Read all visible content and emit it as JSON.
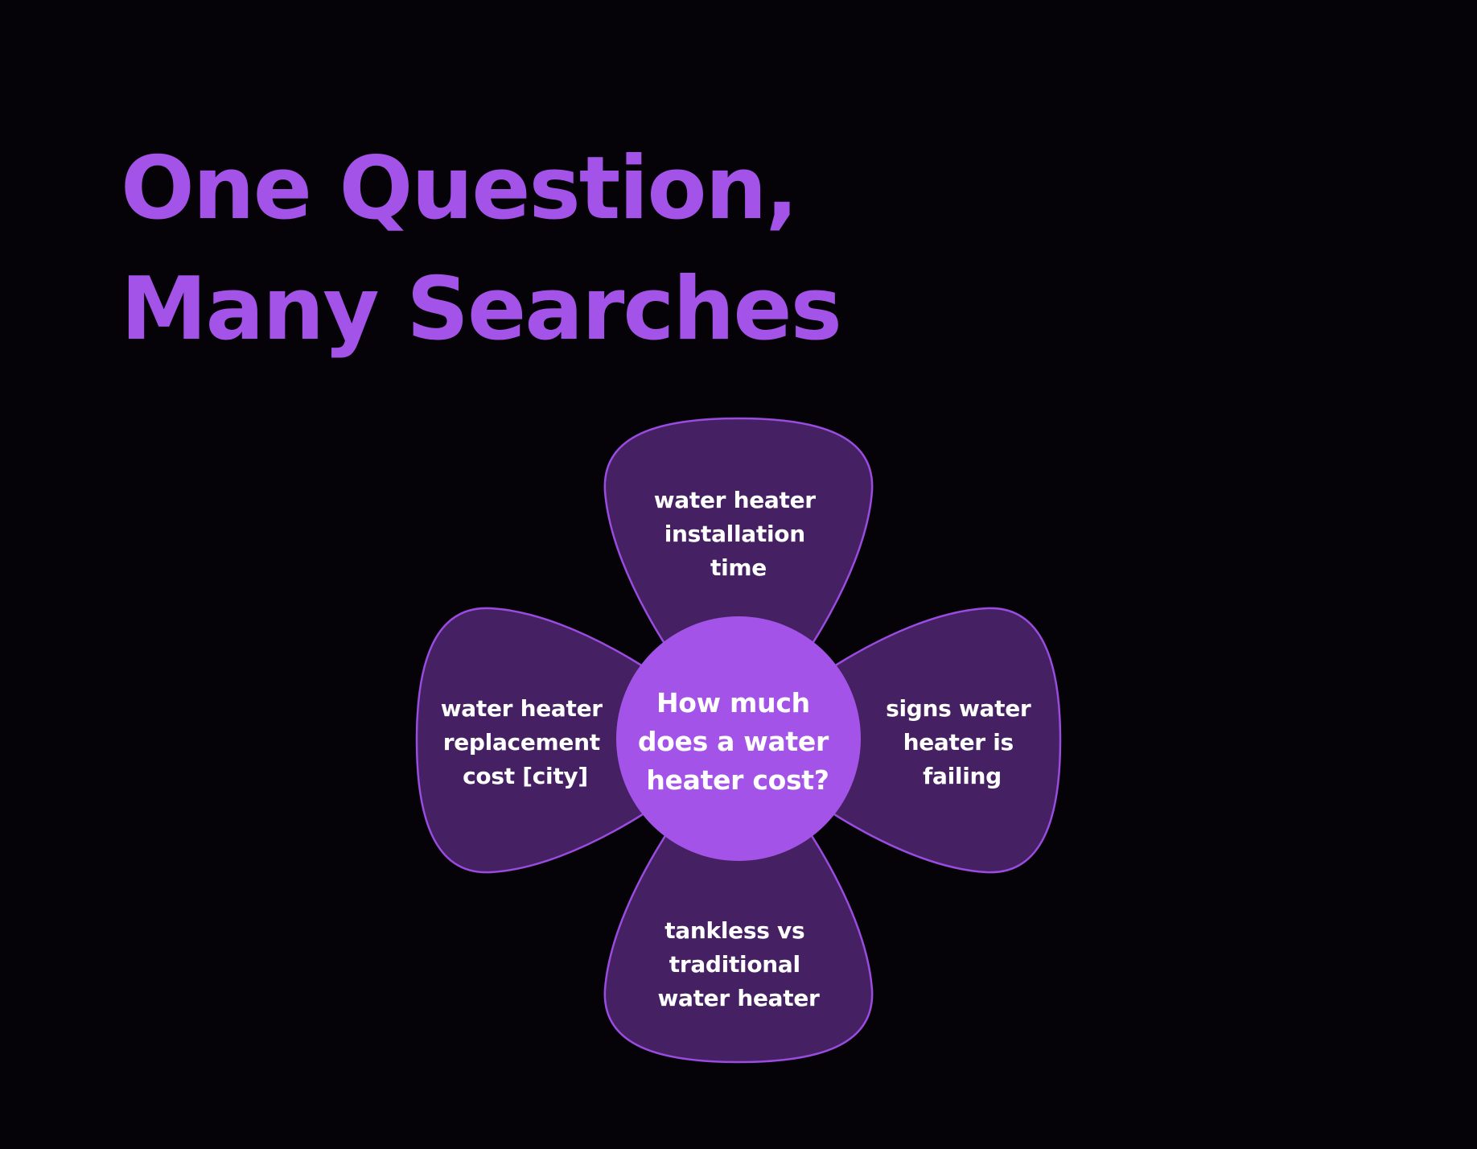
{
  "title": {
    "line1": "One Question,",
    "line2": "Many Searches"
  },
  "hub": {
    "lines": [
      "How much",
      "does a water",
      "heater cost?"
    ]
  },
  "petals": {
    "top": {
      "lines": [
        "water heater",
        "installation",
        "time"
      ]
    },
    "left": {
      "lines": [
        "water heater",
        "replacement",
        "cost [city]"
      ]
    },
    "right": {
      "lines": [
        "signs water",
        "heater is",
        "failing"
      ]
    },
    "bottom": {
      "lines": [
        "tankless vs",
        "traditional",
        "water heater"
      ]
    }
  },
  "colors": {
    "background": "#050307",
    "accent": "#a453e8",
    "petal_fill": "#452062",
    "petal_stroke": "#9a4be0",
    "text": "#ffffff"
  }
}
